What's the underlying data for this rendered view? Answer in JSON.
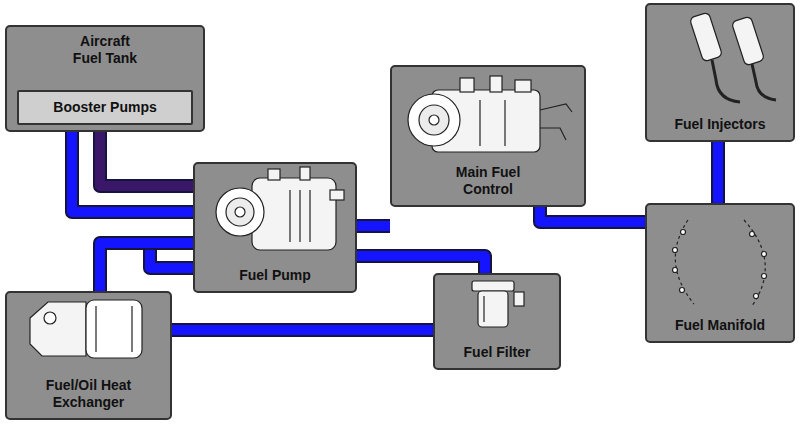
{
  "diagram": {
    "nodes": [
      {
        "text": [
          "Aircraft Fuel Tank"
        ]
      },
      {
        "text": [
          "Booster Pumps"
        ],
        "in": 0
      },
      {
        "text": [
          "Main Fuel Control"
        ]
      },
      {
        "text": [
          "Fuel Injectors"
        ]
      },
      {
        "text": [
          "Fuel Pump"
        ]
      },
      {
        "text": [
          "Fuel Manifold"
        ]
      },
      {
        "text": [
          "Fuel Filter"
        ]
      },
      {
        "text": [
          "Fuel/Oil Heat Exchanger"
        ]
      }
    ],
    "edges": [
      {
        "from": 0,
        "to": 4,
        "arrow": "none"
      },
      {
        "from": 1,
        "to": 4,
        "arrow": "none"
      },
      {
        "from": 4,
        "to": 2,
        "arrow": "none"
      },
      {
        "from": 2,
        "to": 5,
        "arrow": "none"
      },
      {
        "from": 5,
        "to": 3,
        "arrow": "none"
      },
      {
        "from": 4,
        "to": 6,
        "arrow": "none"
      },
      {
        "from": 4,
        "to": 7,
        "arrow": "none"
      },
      {
        "from": 7,
        "to": 6,
        "arrow": "none"
      }
    ]
  }
}
